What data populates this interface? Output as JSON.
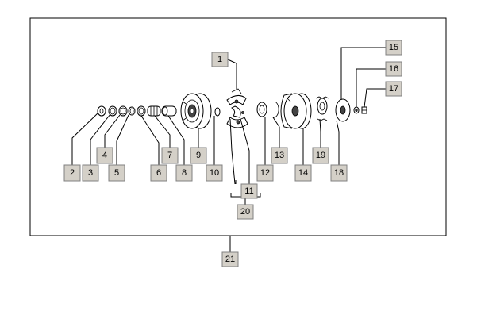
{
  "diagram": {
    "type": "exploded-parts-view",
    "callouts": [
      "1",
      "2",
      "3",
      "4",
      "5",
      "6",
      "7",
      "8",
      "9",
      "10",
      "11",
      "12",
      "13",
      "14",
      "15",
      "16",
      "17",
      "18",
      "19",
      "20",
      "21"
    ]
  },
  "colors": {
    "callout_fill": "#d4d0c8",
    "callout_border": "#808080",
    "line": "#000000",
    "background": "#ffffff"
  }
}
